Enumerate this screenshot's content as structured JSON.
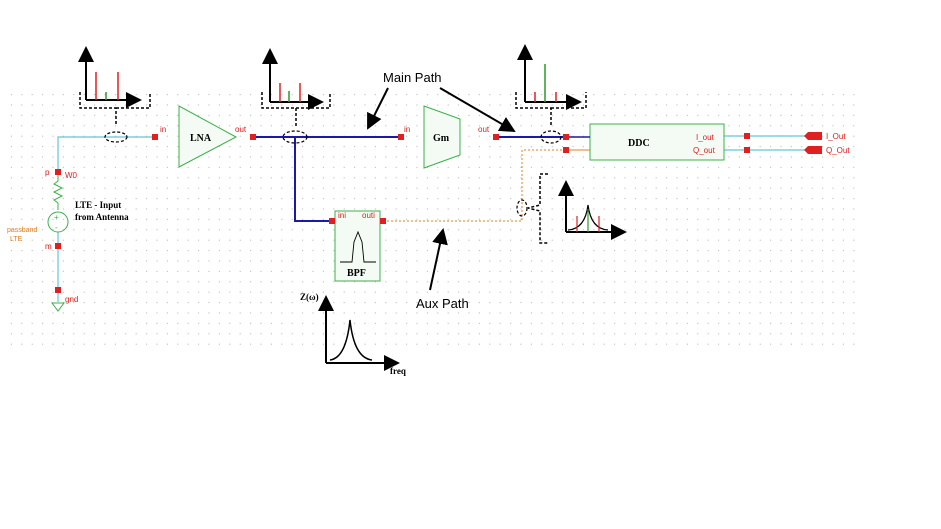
{
  "blocks": {
    "lna": "LNA",
    "gm": "Gm",
    "ddc": "DDC",
    "bpf": "BPF"
  },
  "pins": {
    "lna_in": "in",
    "lna_out": "out",
    "gm_in": "in",
    "gm_out": "out",
    "bpf_in": "ini",
    "bpf_out": "outi",
    "ddc_i": "I_out",
    "ddc_q": "Q_out",
    "port_i": "I_Out",
    "port_q": "Q_Out",
    "src_p": "p",
    "src_m": "m",
    "src_inst": "W0",
    "gnd": "gnd"
  },
  "labels": {
    "main_path": "Main Path",
    "aux_path": "Aux Path",
    "lte_input_1": "LTE - Input",
    "lte_input_2": "from Antenna",
    "passband_1": "passband",
    "passband_2": "LTE",
    "freq": "freq",
    "z_label": "Z(ω)"
  },
  "colors": {
    "wire_main": "#1a1aa8",
    "wire_input": "#5fc8d8",
    "wire_aux": "#e08020",
    "block_border": "#3cb04a",
    "pin": "#e02020",
    "spectrum_red": "#e02020",
    "spectrum_green": "#2a9a2a"
  }
}
